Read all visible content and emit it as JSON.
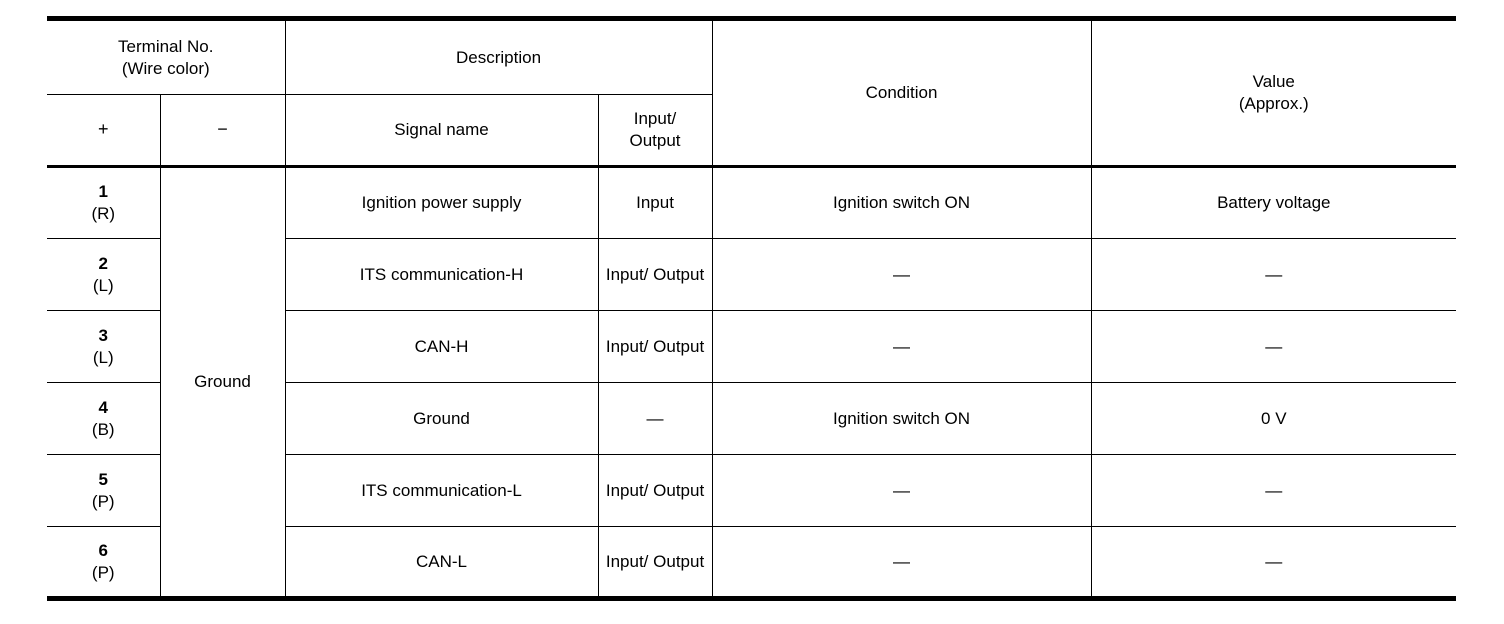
{
  "table": {
    "headers": {
      "terminal_no": "Terminal No.",
      "wire_color": "(Wire color)",
      "description": "Description",
      "condition": "Condition",
      "value": "Value",
      "value_approx": "(Approx.)",
      "plus": "+",
      "minus": "−",
      "signal_name": "Signal name",
      "input_output_l1": "Input/",
      "input_output_l2": "Output"
    },
    "ground_label": "Ground",
    "rows": [
      {
        "terminal": "1",
        "wire_color": "(R)",
        "signal_name": "Ignition power supply",
        "io_line1": "Input",
        "io_line2": "",
        "condition": "Ignition switch ON",
        "value": "Battery voltage"
      },
      {
        "terminal": "2",
        "wire_color": "(L)",
        "signal_name": "ITS communication-H",
        "io_line1": "Input/",
        "io_line2": "Output",
        "condition": "—",
        "value": "—"
      },
      {
        "terminal": "3",
        "wire_color": "(L)",
        "signal_name": "CAN-H",
        "io_line1": "Input/",
        "io_line2": "Output",
        "condition": "—",
        "value": "—"
      },
      {
        "terminal": "4",
        "wire_color": "(B)",
        "signal_name": "Ground",
        "io_line1": "—",
        "io_line2": "",
        "condition": "Ignition switch ON",
        "value": "0 V"
      },
      {
        "terminal": "5",
        "wire_color": "(P)",
        "signal_name": "ITS communication-L",
        "io_line1": "Input/",
        "io_line2": "Output",
        "condition": "—",
        "value": "—"
      },
      {
        "terminal": "6",
        "wire_color": "(P)",
        "signal_name": "CAN-L",
        "io_line1": "Input/",
        "io_line2": "Output",
        "condition": "—",
        "value": "—"
      }
    ]
  },
  "colors": {
    "ink": "#000000",
    "paper": "#ffffff"
  }
}
